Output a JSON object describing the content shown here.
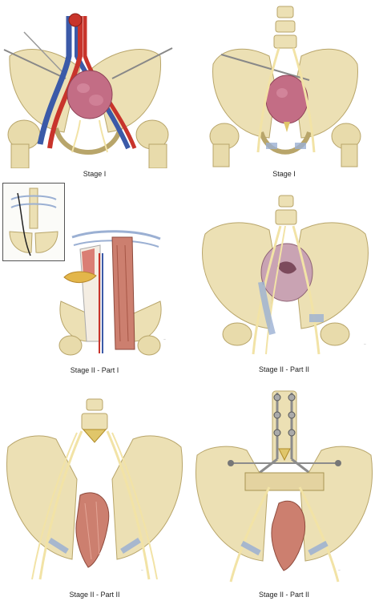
{
  "figure": {
    "captions": {
      "p1": "Stage I",
      "p2": "Stage I",
      "p3": "Stage II - Part I",
      "p4": "Stage II - Part II",
      "p5": "Stage II - Part II",
      "p6": "Stage II - Part II"
    },
    "colors": {
      "bone": "#ece0b4",
      "bone_shadow": "#c9b679",
      "tumor": "#c36d85",
      "artery": "#c8342b",
      "vein": "#3b5aa8",
      "nerve": "#f2e3a6",
      "muscle": "#cc7f6f",
      "ligament": "#9bb0d3",
      "hardware": "#8c8c8c"
    }
  }
}
